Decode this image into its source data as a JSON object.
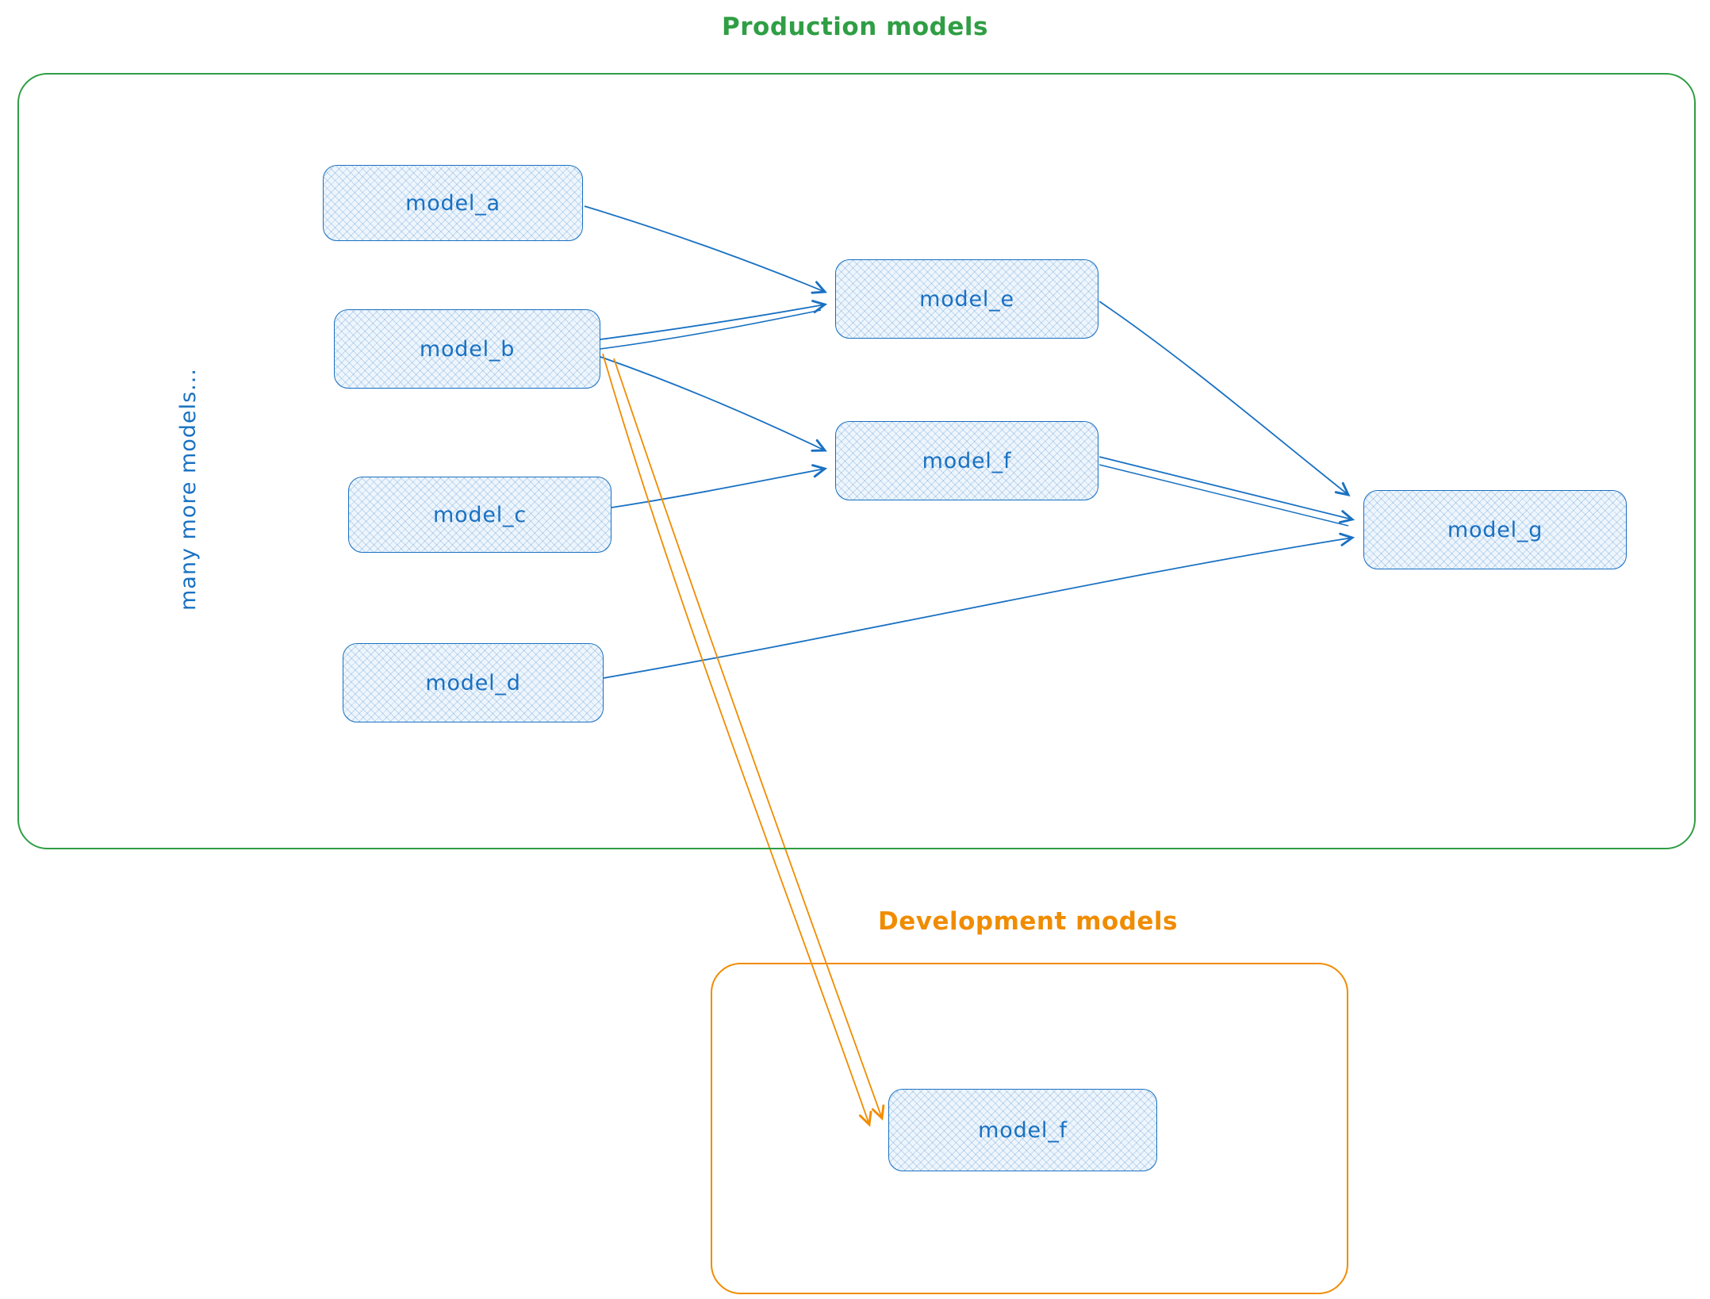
{
  "diagram": {
    "production": {
      "title": "Production models",
      "side_label": "many more models...",
      "nodes": {
        "model_a": {
          "label": "model_a"
        },
        "model_b": {
          "label": "model_b"
        },
        "model_c": {
          "label": "model_c"
        },
        "model_d": {
          "label": "model_d"
        },
        "model_e": {
          "label": "model_e"
        },
        "model_f": {
          "label": "model_f"
        },
        "model_g": {
          "label": "model_g"
        }
      }
    },
    "development": {
      "title": "Development models",
      "nodes": {
        "model_f": {
          "label": "model_f"
        }
      }
    },
    "edges": [
      {
        "from": "production.model_a",
        "to": "production.model_e",
        "color": "blue"
      },
      {
        "from": "production.model_b",
        "to": "production.model_e",
        "color": "blue"
      },
      {
        "from": "production.model_b",
        "to": "production.model_f",
        "color": "blue"
      },
      {
        "from": "production.model_c",
        "to": "production.model_f",
        "color": "blue"
      },
      {
        "from": "production.model_e",
        "to": "production.model_g",
        "color": "blue"
      },
      {
        "from": "production.model_f",
        "to": "production.model_g",
        "color": "blue"
      },
      {
        "from": "production.model_d",
        "to": "production.model_g",
        "color": "blue"
      },
      {
        "from": "production.model_b",
        "to": "development.model_f",
        "color": "orange"
      }
    ],
    "colors": {
      "production_accent": "#2f9e44",
      "development_accent": "#f08c00",
      "node_stroke": "#1971c2",
      "node_fill": "#eef5fc"
    }
  }
}
